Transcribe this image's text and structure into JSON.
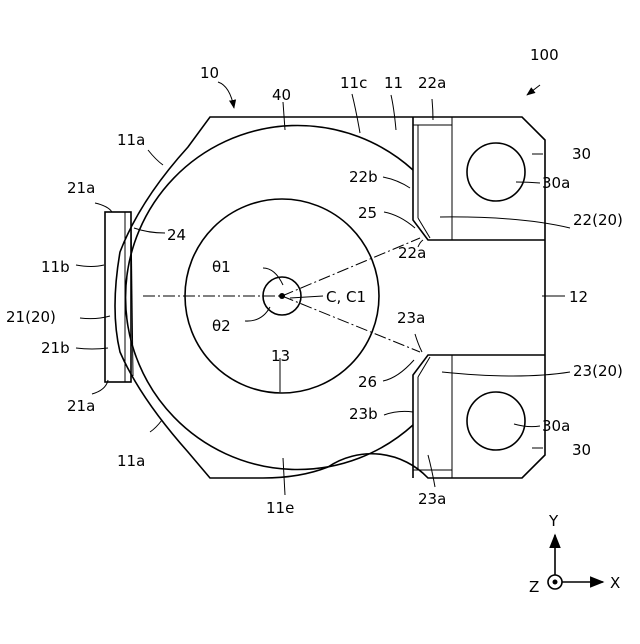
{
  "labels": {
    "ref_100": "100",
    "ref_10": "10",
    "ref_40": "40",
    "ref_11c": "11c",
    "ref_11": "11",
    "ref_22a_top": "22a",
    "ref_11a_top": "11a",
    "ref_30_top": "30",
    "ref_30a_top": "30a",
    "ref_22b": "22b",
    "ref_21a_top": "21a",
    "ref_25": "25",
    "ref_22_20": "22(20)",
    "ref_24": "24",
    "ref_theta1": "θ1",
    "ref_22a_mid": "22a",
    "ref_11b": "11b",
    "ref_c_c1": "C, C1",
    "ref_12": "12",
    "ref_21_20": "21(20)",
    "ref_23a_mid": "23a",
    "ref_21b": "21b",
    "ref_theta2": "θ2",
    "ref_13": "13",
    "ref_23_20": "23(20)",
    "ref_26": "26",
    "ref_21a_bottom": "21a",
    "ref_23b": "23b",
    "ref_30a_bottom": "30a",
    "ref_11a_bottom": "11a",
    "ref_30_bottom": "30",
    "ref_23a_bottom": "23a",
    "ref_11e": "11e"
  },
  "axes": {
    "y_label": "Y",
    "x_label": "X",
    "z_label": "Z"
  }
}
